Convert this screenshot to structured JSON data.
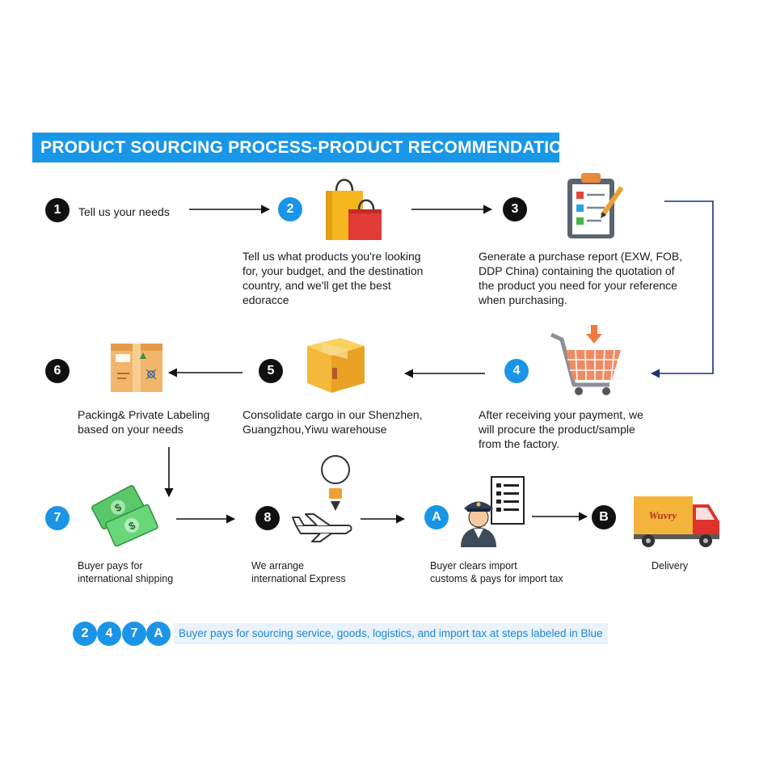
{
  "title": "PRODUCT SOURCING PROCESS-PRODUCT RECOMMENDATION",
  "steps": {
    "s1": {
      "badge": "1",
      "text": "Tell us your needs"
    },
    "s2": {
      "badge": "2",
      "lines": [
        "Tell us what products you're looking",
        "for, your budget, and the destination",
        "country, and we'll get the best",
        "edoracce"
      ]
    },
    "s3": {
      "badge": "3",
      "lines": [
        "Generate a purchase report (EXW, FOB,",
        "DDP China) containing the quotation of",
        "the product you need for your reference",
        "when purchasing."
      ]
    },
    "s4": {
      "badge": "4",
      "lines": [
        "After receiving your payment, we",
        "will procure the product/sample",
        "from the factory."
      ]
    },
    "s5": {
      "badge": "5",
      "lines": [
        "Consolidate cargo in our Shenzhen,",
        "Guangzhou,Yiwu warehouse"
      ]
    },
    "s6": {
      "badge": "6",
      "lines": [
        "Packing& Private Labeling",
        "based on your needs"
      ]
    },
    "s7": {
      "badge": "7",
      "lines": [
        "Buyer pays for",
        "international shipping"
      ]
    },
    "s8": {
      "badge": "8",
      "lines": [
        "We arrange",
        "international Express"
      ]
    },
    "sA": {
      "badge": "A",
      "lines": [
        "Buyer clears import",
        "customs & pays for import tax"
      ]
    },
    "sB": {
      "badge": "B",
      "text": "Delivery"
    }
  },
  "truck_text": "Wuvry",
  "note": {
    "badges": [
      "2",
      "4",
      "7",
      "A"
    ],
    "text": "Buyer pays for sourcing service, goods, logistics, and import tax at steps labeled in Blue"
  },
  "colors": {
    "blue": "#1a94e6",
    "black": "#111111",
    "title_bg": "#1896e8",
    "note_bg": "#eaf3fb"
  },
  "icons": [
    "shopping-bags-icon",
    "clipboard-icon",
    "shopping-cart-icon",
    "cardboard-box-icon",
    "labeled-box-icon",
    "money-icon",
    "airplane-icon",
    "customs-officer-icon",
    "delivery-truck-icon"
  ]
}
